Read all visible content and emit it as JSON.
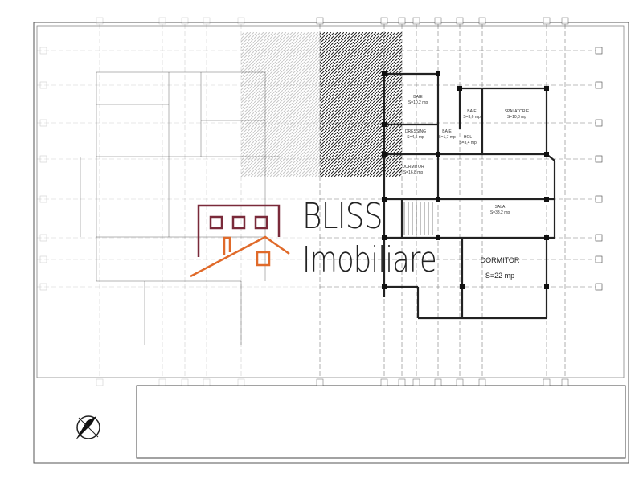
{
  "logo": {
    "line1": "BLISS",
    "line2": "Imobiliare",
    "colors": {
      "frame": "#7a2a3a",
      "roof": "#e06a2a",
      "text": "#222222"
    }
  },
  "rooms": [
    {
      "name": "BAIE",
      "area": "S=10,2 mp"
    },
    {
      "name": "BAIE",
      "area": "S=3,6 mp"
    },
    {
      "name": "SPALATORIE",
      "area": "S=10,8 mp"
    },
    {
      "name": "DRESSING",
      "area": "S=4,5 mp"
    },
    {
      "name": "BAIE",
      "area": "S=1,7 mp"
    },
    {
      "name": "HOL",
      "area": "S=3,4 mp"
    },
    {
      "name": "DORMITOR",
      "area": "S=16,8 mp"
    },
    {
      "name": "SALA",
      "area": "S=33,2 mp"
    },
    {
      "name": "DORMITOR",
      "area": "S=22 mp"
    }
  ],
  "icons": {
    "compass": "north-arrow-icon"
  }
}
